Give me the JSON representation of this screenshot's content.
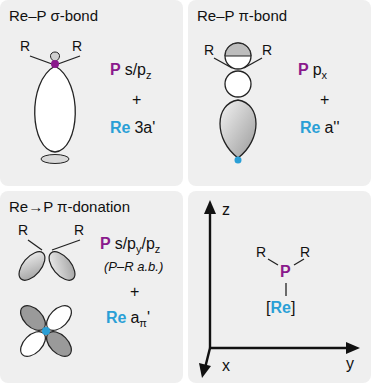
{
  "diagram": {
    "nodes": [
      {
        "text": [
          "Re–P σ-bond"
        ]
      },
      {
        "text": [
          "Re–P π-bond"
        ]
      },
      {
        "text": [
          "Re→P π-donation"
        ]
      }
    ],
    "labels": [
      "R",
      "R",
      "P",
      "s/p",
      "z",
      "+",
      "Re",
      "3a'",
      "R",
      "R",
      "P",
      "p",
      "x",
      "+",
      "Re",
      "a''",
      "R",
      "R",
      "P",
      "s/p",
      "y",
      "/p",
      "z",
      "(P–R a.b.)",
      "+",
      "Re",
      "a",
      "π",
      "'",
      "z",
      "x",
      "y",
      "R",
      "R",
      "P",
      "[",
      "Re",
      "]"
    ]
  }
}
